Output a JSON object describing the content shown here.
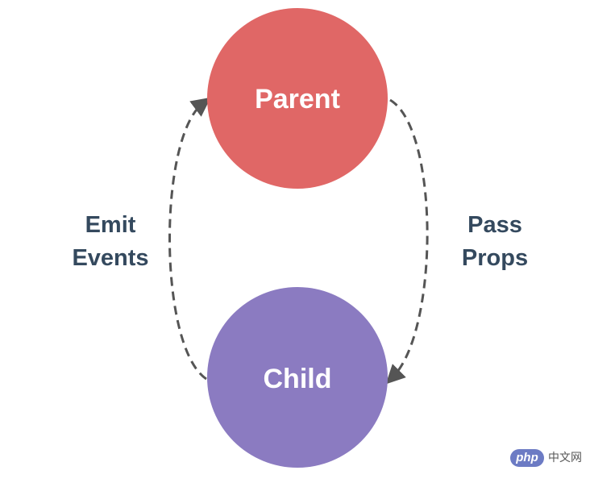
{
  "diagram": {
    "nodes": [
      {
        "id": "parent",
        "label": "Parent",
        "color": "#e06766"
      },
      {
        "id": "child",
        "label": "Child",
        "color": "#8b7bc1"
      }
    ],
    "edges": [
      {
        "from": "parent",
        "to": "child",
        "label_lines": [
          "Pass",
          "Props"
        ],
        "style": "dashed"
      },
      {
        "from": "child",
        "to": "parent",
        "label_lines": [
          "Emit",
          "Events"
        ],
        "style": "dashed"
      }
    ],
    "colors": {
      "arrow": "#555555",
      "edge_text": "#34495e"
    }
  },
  "watermark": {
    "logo_text": "php",
    "text": "中文网",
    "logo_color": "#6c7bc4",
    "text_color": "#555555"
  }
}
